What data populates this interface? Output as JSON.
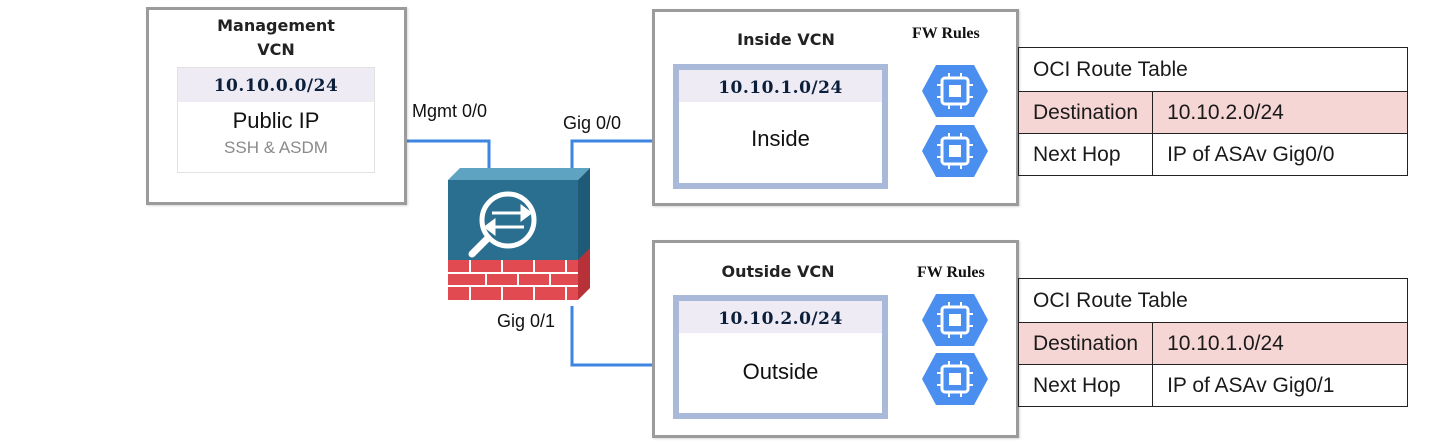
{
  "management_vcn": {
    "title_line1": "Management",
    "title_line2": "VCN",
    "cidr": "10.10.0.0/24",
    "label": "Public IP",
    "sublabel": "SSH & ASDM"
  },
  "firewall": {
    "icon": "cisco-asa-firewall-icon",
    "ports": {
      "mgmt": "Mgmt 0/0",
      "inside": "Gig 0/0",
      "outside": "Gig 0/1"
    }
  },
  "inside_vcn": {
    "title": "Inside VCN",
    "cidr": "10.10.1.0/24",
    "label": "Inside",
    "fw_rules": "FW Rules",
    "route_table": {
      "title": "OCI Route Table",
      "rows": [
        {
          "key": "Destination",
          "value": "10.10.2.0/24"
        },
        {
          "key": "Next Hop",
          "value": "IP of ASAv Gig0/0"
        }
      ]
    }
  },
  "outside_vcn": {
    "title": "Outside VCN",
    "cidr": "10.10.2.0/24",
    "label": "Outside",
    "fw_rules": "FW Rules",
    "route_table": {
      "title": "OCI Route Table",
      "rows": [
        {
          "key": "Destination",
          "value": "10.10.1.0/24"
        },
        {
          "key": "Next Hop",
          "value": "IP of ASAv Gig0/1"
        }
      ]
    }
  },
  "colors": {
    "link": "#3d85e0",
    "subnet_border": "#a9b9d9",
    "instance_hex": "#4a8ff0",
    "firewall_body": "#2b6f90",
    "firewall_brick": "#e24a52",
    "route_highlight": "#f6d5d5"
  }
}
